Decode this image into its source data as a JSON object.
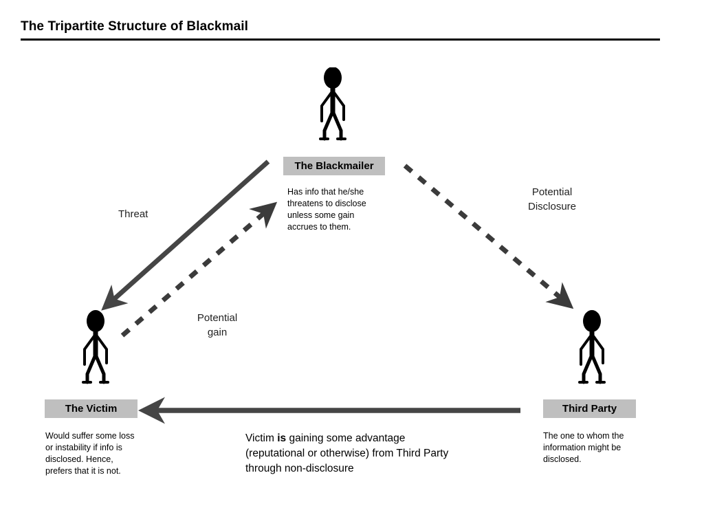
{
  "header": {
    "title": "The Tripartite Structure of Blackmail"
  },
  "colors": {
    "arrow": "#454545",
    "chip_background": "#bfbfbf",
    "text": "#000000",
    "figure": "#000000",
    "rule": "#000000"
  },
  "nodes": [
    {
      "id": "blackmailer",
      "chip_label": "The Blackmailer",
      "description": "Has info that he/she threatens to disclose unless some gain accrues to them.",
      "figure_icon": "stick-figure-icon"
    },
    {
      "id": "victim",
      "chip_label": "The Victim",
      "description": "Would suffer some loss or instability if info is disclosed. Hence, prefers that it is not.",
      "figure_icon": "stick-figure-icon"
    },
    {
      "id": "third-party",
      "chip_label": "Third Party",
      "description": "The one to whom the information might be disclosed.",
      "figure_icon": "stick-figure-icon"
    }
  ],
  "edges": [
    {
      "id": "threat",
      "label": "Threat",
      "style": "solid",
      "from": "blackmailer",
      "to": "victim"
    },
    {
      "id": "potential-gain",
      "label": "Potential\ngain",
      "style": "dashed",
      "from": "victim",
      "to": "blackmailer"
    },
    {
      "id": "potential-disclosure",
      "label": "Potential\nDisclosure",
      "style": "dashed",
      "from": "blackmailer",
      "to": "third-party"
    },
    {
      "id": "non-disclosure-advantage",
      "label": "",
      "style": "solid",
      "from": "third-party",
      "to": "victim"
    }
  ],
  "caption": {
    "part1": "Victim ",
    "emphasis": "is",
    "part2": " gaining some advantage (reputational or otherwise) from Third Party through non-disclosure"
  }
}
